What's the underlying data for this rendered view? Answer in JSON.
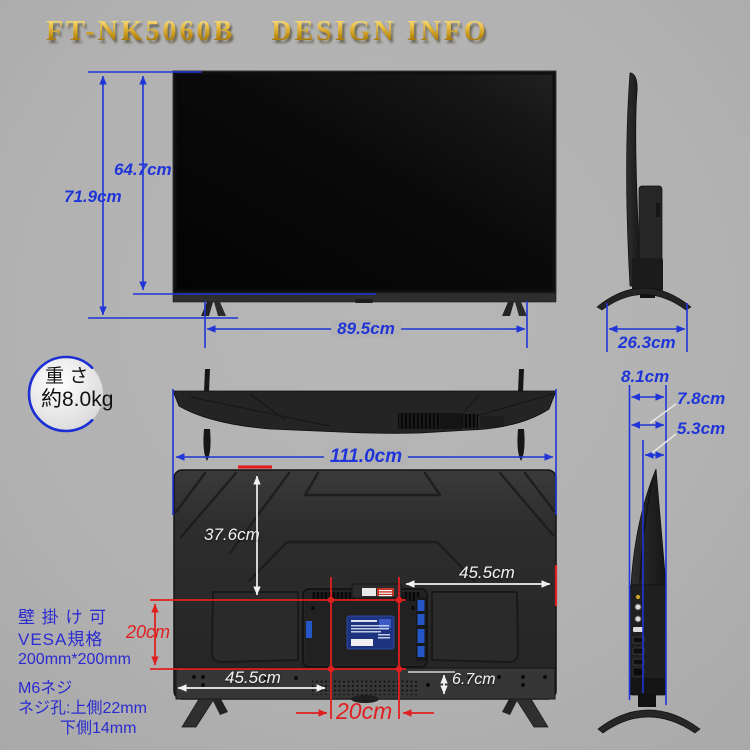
{
  "title": {
    "model": "FT-NK5060B",
    "label": "DESIGN INFO"
  },
  "colors": {
    "background": "#b2b2b2",
    "dimension_blue": "#1f35d8",
    "note_blue": "#2b2bd0",
    "annotation_red": "#e02020",
    "annotation_white": "#f2f2f2",
    "title_gold": "#d9a92c",
    "tv_black": "#141414"
  },
  "front_view": {
    "panel_height": "64.7cm",
    "total_height": "71.9cm",
    "stand_width": "89.5cm"
  },
  "side_view": {
    "stand_depth": "26.3cm",
    "depth_total": "8.1cm",
    "depth_body": "7.8cm",
    "depth_panel": "5.3cm"
  },
  "top_view": {
    "total_width": "111.0cm"
  },
  "back_view": {
    "vesa_top_offset": "37.6cm",
    "vesa_right_offset": "45.5cm",
    "vesa_left_offset": "45.5cm",
    "vesa_width": "20cm",
    "vesa_height": "20cm",
    "bottom_section_height": "6.7cm"
  },
  "weight_badge": {
    "title": "重 さ",
    "value": "約8.0kg"
  },
  "wall_mount_note": {
    "line1": "壁 掛 け 可",
    "line2": "VESA規格",
    "line3": "200mm*200mm"
  },
  "screw_note": {
    "line1": "M6ネジ",
    "line2": "ネジ孔:上側22mm",
    "line3": "下側14mm"
  }
}
